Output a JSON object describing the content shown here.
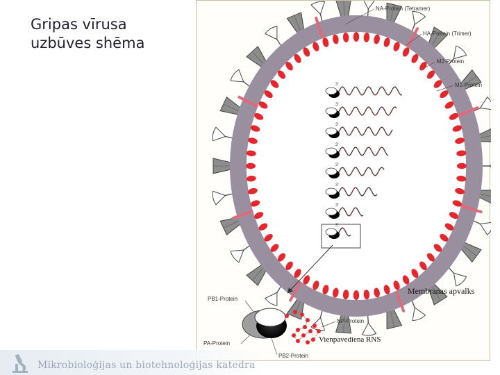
{
  "slide": {
    "title": "Gripas vīrusa\nuzbūves shēma",
    "footer": "Mikrobioloģijas un biotehnoloģijas katedra"
  },
  "diagram": {
    "labels": {
      "na": "NA-Protein (Tetramer)",
      "ha": "HA-Protein (Trimer)",
      "m2": "M2-Protein",
      "m1": "M1-Protein",
      "membrane": "Membranas apvalks",
      "pb1": "PB1-Protein",
      "np": "NP-Protein",
      "pa": "PA-Protein",
      "rna": "Vienpavediena RNS",
      "pb2": "PB2-Protein"
    },
    "segment_labels": [
      "3'",
      "3'",
      "3'",
      "3'",
      "3'",
      "3'",
      "3'",
      "3'"
    ],
    "colors": {
      "envelope": "#9a8f9e",
      "m1": "#e8252a",
      "m2": "#e06a7a",
      "ha": "#8d8d8d",
      "na": "#ffffff",
      "rna": "#5a3a3a"
    }
  }
}
